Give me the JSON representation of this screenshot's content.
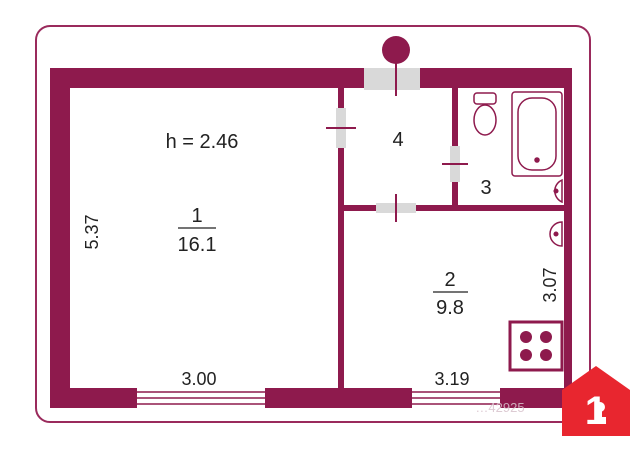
{
  "plan": {
    "ceiling_height": "h = 2.46",
    "rooms": [
      {
        "number": "1",
        "area": "16.1"
      },
      {
        "number": "2",
        "area": "9.8"
      },
      {
        "number": "3"
      },
      {
        "number": "4"
      }
    ],
    "dimensions": {
      "left_wall": "5.37",
      "bottom_left": "3.00",
      "bottom_right": "3.19",
      "right_wall": "3.07"
    }
  },
  "colors": {
    "wall": "#8e1a4d",
    "frame": "#9a2a5c",
    "logo": "#e8262f",
    "opening": "#d9d9d9"
  },
  "badge": {
    "logo_text": "1",
    "icon": "key-icon",
    "watermark": "…42925"
  }
}
